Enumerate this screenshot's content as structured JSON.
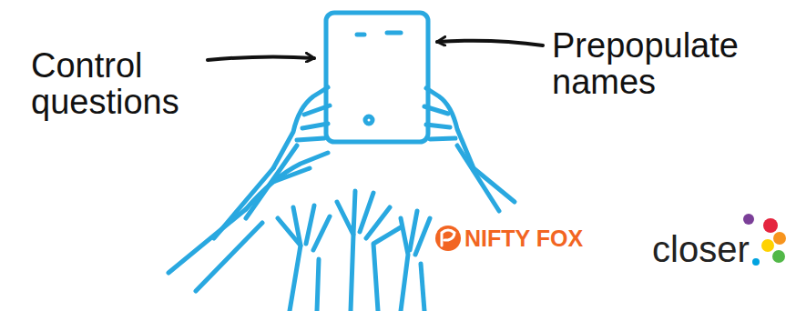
{
  "diagram": {
    "labels": [
      "Control questions",
      "Prepopulate names",
      "NIFTY FOX",
      "closer"
    ]
  }
}
